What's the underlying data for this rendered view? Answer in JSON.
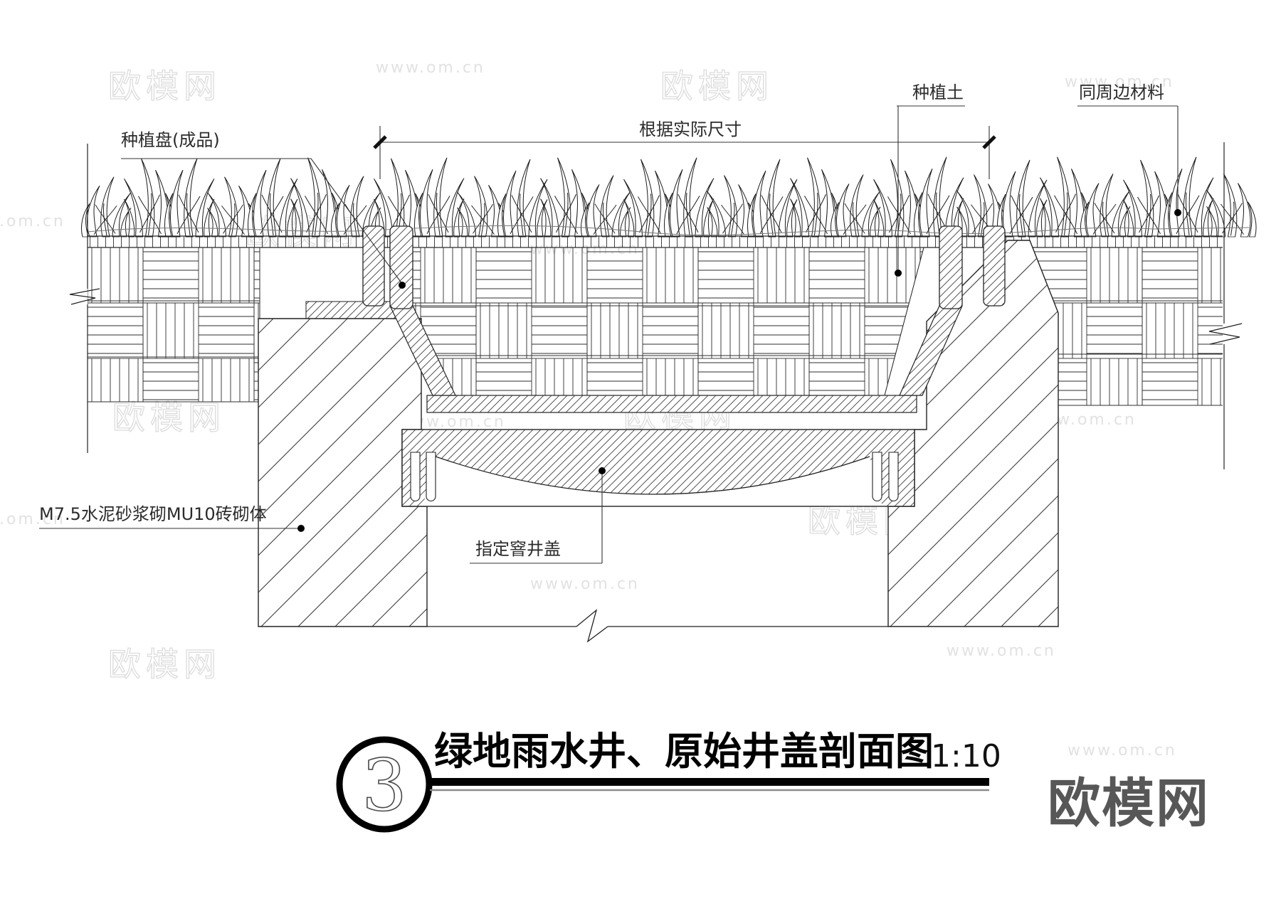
{
  "drawing": {
    "labels": {
      "planting_tray": "种植盘(成品)",
      "dimension_note": "根据实际尺寸",
      "planting_soil": "种植土",
      "surrounding_material": "同周边材料",
      "masonry_note": "M7.5水泥砂浆砌MU10砖砌体",
      "manhole_cover": "指定窨井盖"
    },
    "title": {
      "number": "3",
      "text": "绿地雨水井、原始井盖剖面图",
      "scale": "1:10"
    },
    "watermark": {
      "brand": "欧模网",
      "url": "www.om.cn"
    },
    "colors": {
      "line": "#222222",
      "label": "#2b2b2b",
      "watermark_light": "#e0e0e0",
      "watermark_dark": "#575757",
      "background": "#ffffff"
    }
  }
}
